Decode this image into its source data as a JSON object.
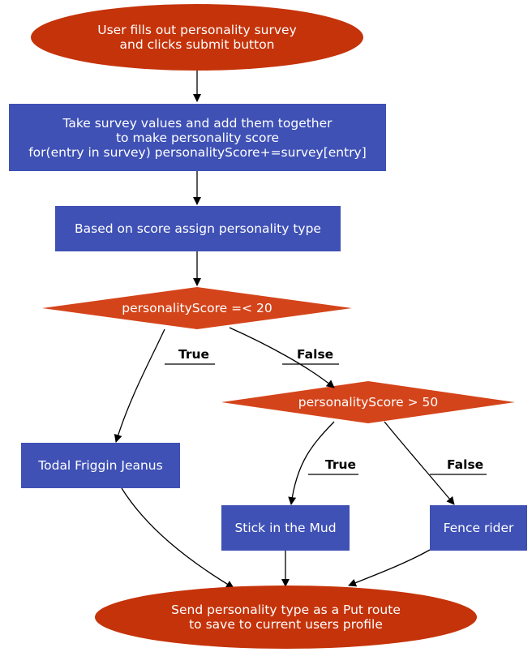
{
  "colors": {
    "ellipse": "#c5330a",
    "rect": "#3f51b5",
    "diamond": "#d4441a",
    "text": "#ffffff",
    "edge": "#000000"
  },
  "nodes": {
    "start": "User fills out personality survey\nand clicks submit button",
    "sum": "Take survey values and add them together\nto make personality score\nfor(entry in survey) personalityScore+=survey[entry]",
    "assign": "Based on score assign personality type",
    "decision1": "personalityScore =< 20",
    "decision2": "personalityScore > 50",
    "genius": "Todal Friggin Jeanus",
    "mud": "Stick in the Mud",
    "fence": "Fence rider",
    "end": "Send personality type as a Put route\nto save to current users profile"
  },
  "edge_labels": {
    "d1_true": "True",
    "d1_false": "False",
    "d2_true": "True",
    "d2_false": "False"
  }
}
